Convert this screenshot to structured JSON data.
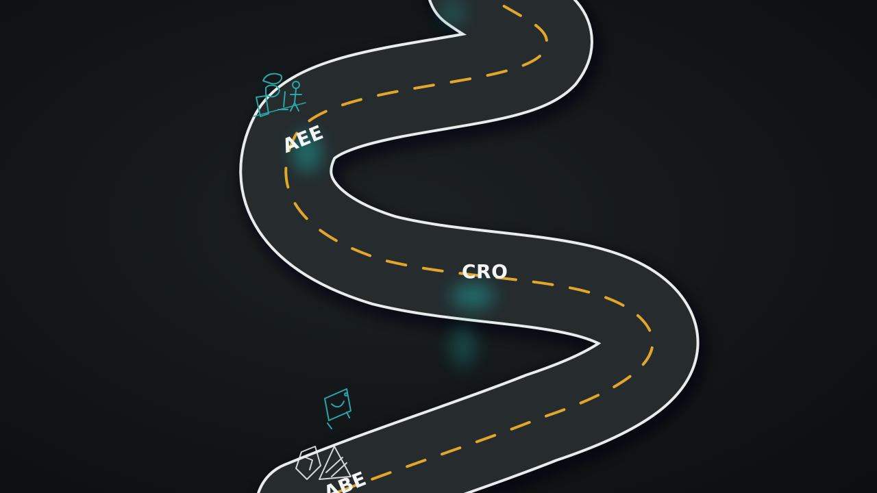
{
  "scene": {
    "description_free": true,
    "colors": {
      "background": "#111416",
      "road": "#262b2e",
      "road_edge": "#e8ecec",
      "center_dash": "#e2a62a",
      "teal_glow": "#1f8f8a",
      "doodle": "#2aa7a9"
    }
  },
  "labels": {
    "top": "AEE",
    "middle": "CRO",
    "bottom": "ABE"
  },
  "icons": [
    "people-doodle-icon",
    "notebook-doodle-icon",
    "signpost-doodle-icon",
    "warning-triangle-doodle-icon"
  ]
}
